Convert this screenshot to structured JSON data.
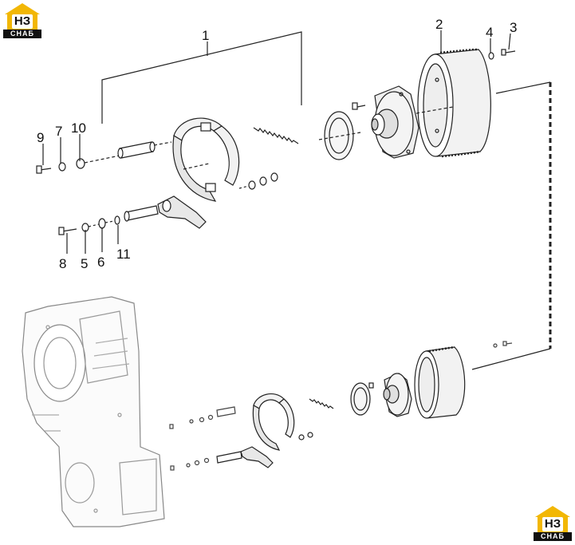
{
  "logo": {
    "main": "НЗ",
    "sub": "СНАБ"
  },
  "callouts": {
    "c1": "1",
    "c2": "2",
    "c3": "3",
    "c4": "4",
    "c5": "5",
    "c6": "6",
    "c7": "7",
    "c8": "8",
    "c9": "9",
    "c10": "10",
    "c11": "11"
  }
}
